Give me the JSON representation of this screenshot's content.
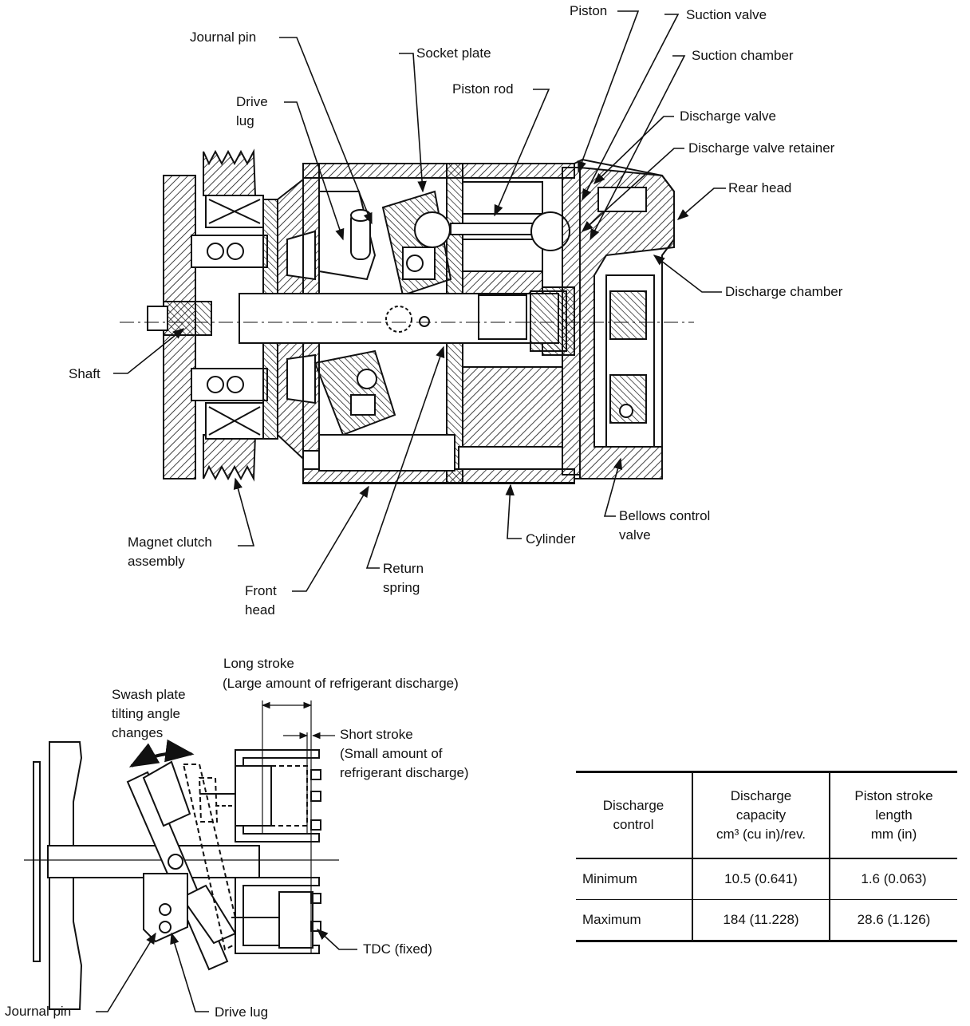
{
  "upper_labels": {
    "piston": "Piston",
    "suction_valve": "Suction valve",
    "journal_pin": "Journal pin",
    "suction_chamber": "Suction chamber",
    "socket_plate": "Socket plate",
    "piston_rod": "Piston rod",
    "drive_lug_1": "Drive",
    "drive_lug_2": "lug",
    "discharge_valve": "Discharge valve",
    "discharge_valve_retainer": "Discharge valve retainer",
    "rear_head": "Rear head",
    "discharge_chamber": "Discharge chamber",
    "shaft": "Shaft",
    "bellows_1": "Bellows control",
    "bellows_2": "valve",
    "magnet_1": "Magnet clutch",
    "magnet_2": "assembly",
    "cylinder": "Cylinder",
    "return_1": "Return",
    "return_2": "spring",
    "front_1": "Front",
    "front_2": "head"
  },
  "lower_labels": {
    "long_stroke": "Long stroke",
    "long_stroke_note": "(Large amount of refrigerant discharge)",
    "swash_1": "Swash plate",
    "swash_2": "tilting angle",
    "swash_3": "changes",
    "short_stroke": "Short stroke",
    "short_note_1": "(Small amount of",
    "short_note_2": "refrigerant discharge)",
    "tdc": "TDC (fixed)",
    "journal_pin": "Journal pin",
    "drive_lug": "Drive lug"
  },
  "table": {
    "headers": {
      "col1_a": "Discharge",
      "col1_b": "control",
      "col2_a": "Discharge",
      "col2_b": "capacity",
      "col2_c": "cm³ (cu in)/rev.",
      "col3_a": "Piston stroke",
      "col3_b": "length",
      "col3_c": "mm (in)"
    },
    "rows": [
      {
        "control": "Minimum",
        "capacity": "10.5 (0.641)",
        "stroke": "1.6 (0.063)"
      },
      {
        "control": "Maximum",
        "capacity": "184 (11.228)",
        "stroke": "28.6 (1.126)"
      }
    ]
  }
}
